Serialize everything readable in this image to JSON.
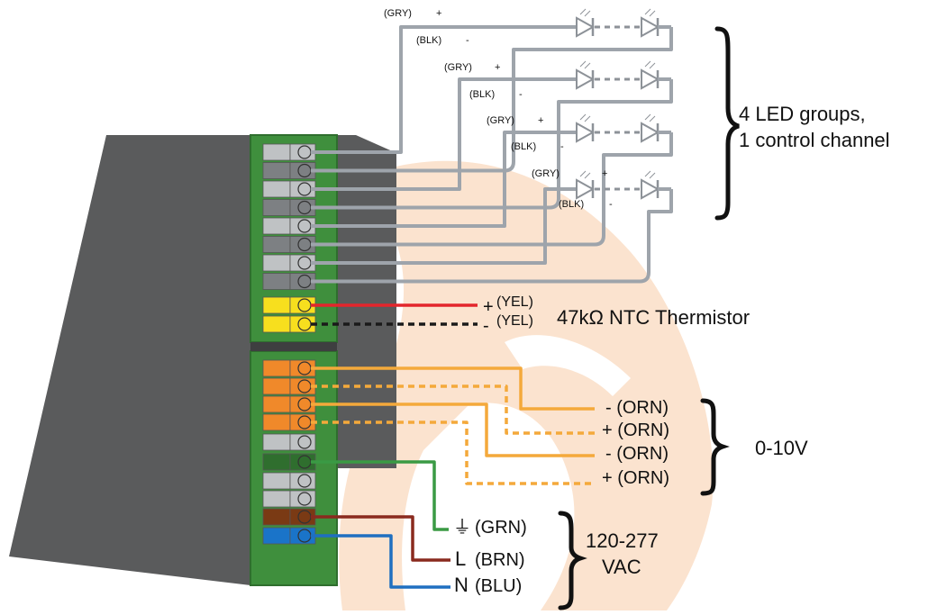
{
  "colors": {
    "housing": "#5a5b5c",
    "housing_edge": "#3e3f40",
    "terminal_block": "#3f8f3d",
    "terminal_block_dark": "#2f6e2e",
    "gray_wire": "#9ea4ab",
    "led": "#8d9298",
    "red_wire": "#e3262c",
    "black_wire": "#1a1a1a",
    "orange_wire": "#f4a93b",
    "green_wire": "#3a9a44",
    "brown_wire": "#8a2a1e",
    "blue_wire": "#1f6fc0",
    "yellow_terminal": "#f7df1e",
    "orange_terminal": "#f0892a",
    "brown_terminal": "#7a3a14",
    "blue_terminal": "#1a74c9",
    "gray_terminal": "#bfc2c4",
    "watermark": "#fbe3cf"
  },
  "led_groups": {
    "groups": [
      {
        "pos_color": "(GRY)",
        "pos_sign": "+",
        "neg_color": "(BLK)",
        "neg_sign": "-"
      },
      {
        "pos_color": "(GRY)",
        "pos_sign": "+",
        "neg_color": "(BLK)",
        "neg_sign": "-"
      },
      {
        "pos_color": "(GRY)",
        "pos_sign": "+",
        "neg_color": "(BLK)",
        "neg_sign": "-"
      },
      {
        "pos_color": "(GRY)",
        "pos_sign": "+",
        "neg_color": "(BLK)",
        "neg_sign": "-"
      }
    ],
    "label_line1": "4 LED groups,",
    "label_line2": "1 control channel"
  },
  "thermistor": {
    "pos_sign": "+",
    "pos_color": "(YEL)",
    "neg_sign": "-",
    "neg_color": "(YEL)",
    "label": "47kΩ NTC Thermistor"
  },
  "dimming": {
    "wires": [
      "- (ORN)",
      "+ (ORN)",
      "- (ORN)",
      "+ (ORN)"
    ],
    "label": "0-10V"
  },
  "power": {
    "ground_symbol": "⏚",
    "ground_color": "(GRN)",
    "line_letter": "L",
    "line_color": "(BRN)",
    "neutral_letter": "N",
    "neutral_color": "(BLU)",
    "label_line1": "120-277",
    "label_line2": "VAC"
  }
}
